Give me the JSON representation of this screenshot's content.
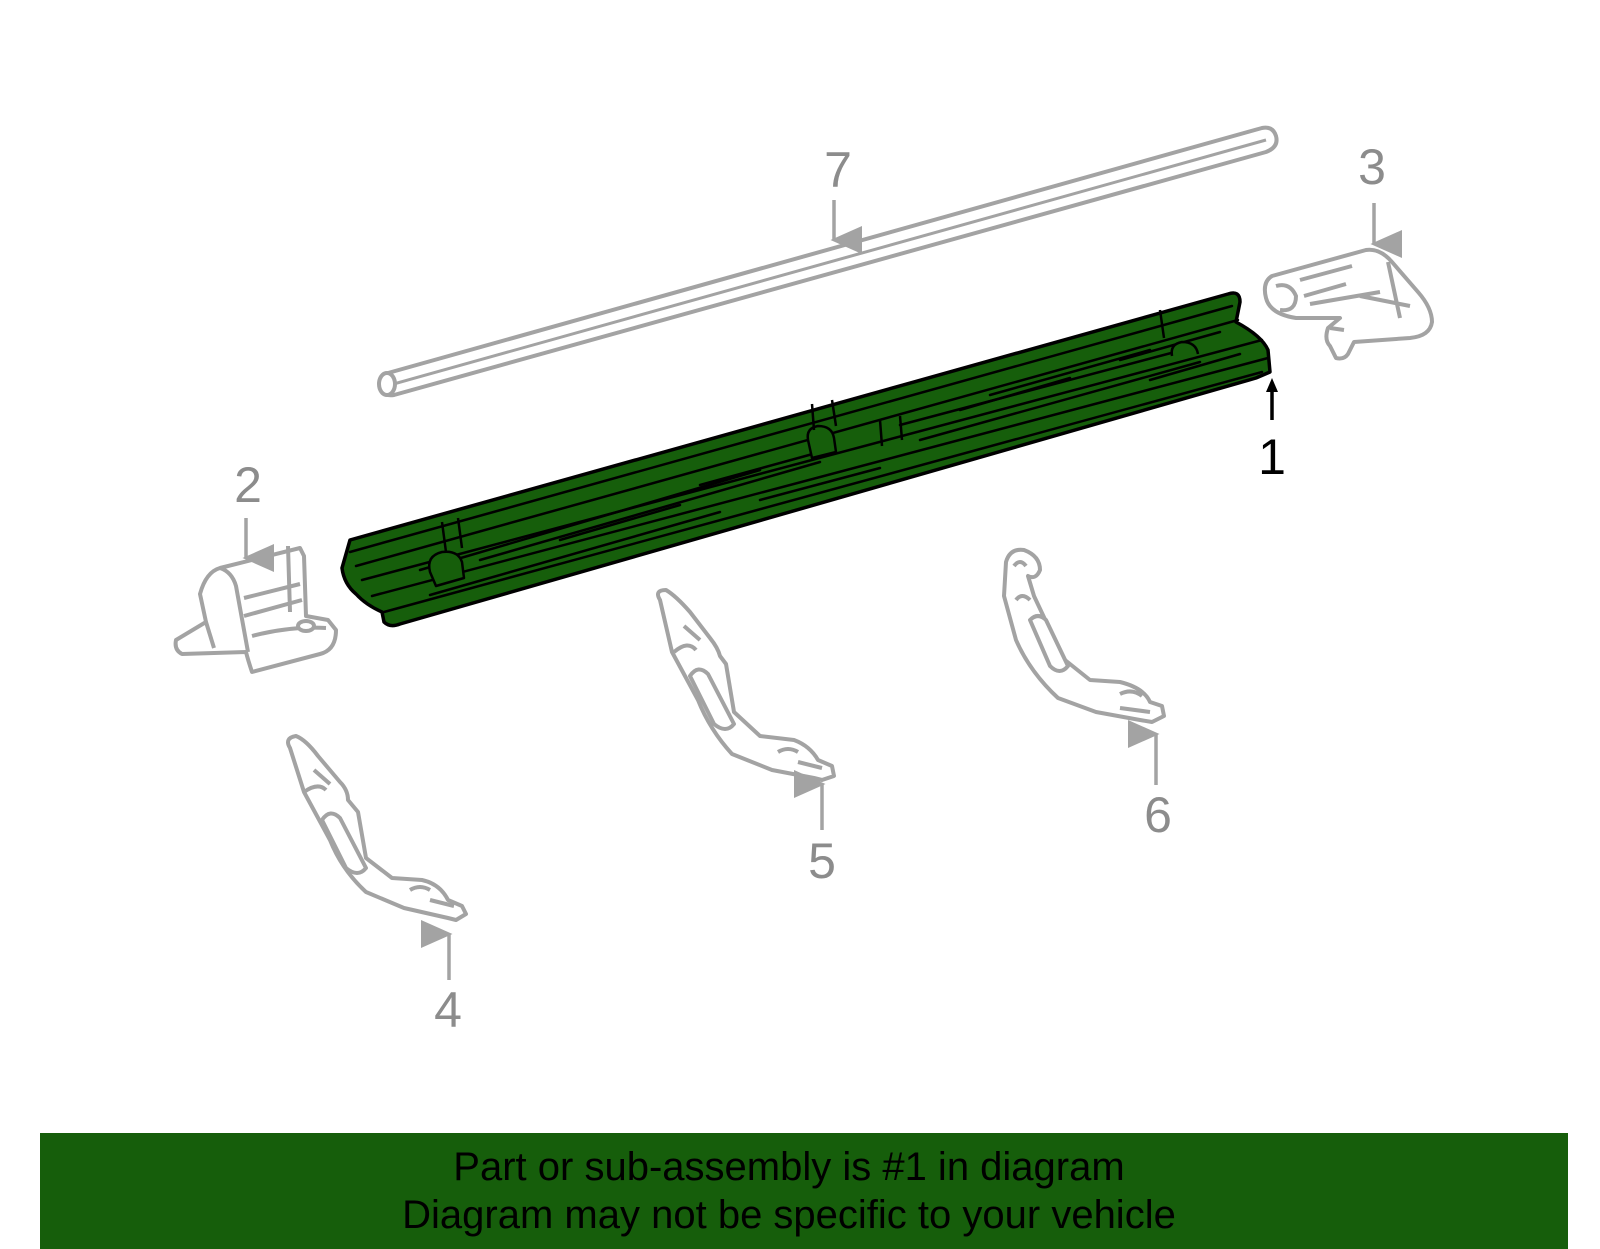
{
  "colors": {
    "highlight": "#165e0b",
    "outline_gray": "#a3a3a3",
    "label_gray": "#8c8c8c",
    "outline_black": "#000000",
    "banner_bg": "#165e0b",
    "banner_text": "#000000"
  },
  "callouts": {
    "c1": "1",
    "c2": "2",
    "c3": "3",
    "c4": "4",
    "c5": "5",
    "c6": "6",
    "c7": "7"
  },
  "banner": {
    "line1": "Part or sub-assembly is #1 in diagram",
    "line2": "Diagram may not be specific to your vehicle"
  }
}
